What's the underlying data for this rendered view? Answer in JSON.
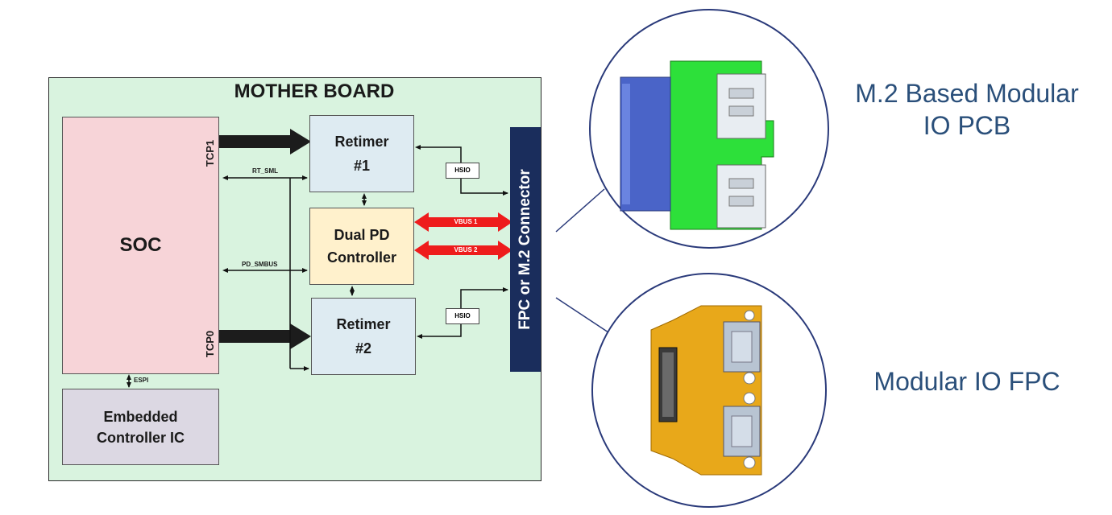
{
  "board": {
    "title": "MOTHER BOARD"
  },
  "blocks": {
    "soc": "SOC",
    "embedded_controller": [
      "Embedded",
      "Controller IC"
    ],
    "retimer1": [
      "Retimer",
      "#1"
    ],
    "retimer2": [
      "Retimer",
      "#2"
    ],
    "pd_controller": [
      "Dual PD",
      "Controller"
    ],
    "connector": "FPC  or  M.2  Connector"
  },
  "signals": {
    "tcp1": "TCP1",
    "tcp0": "TCP0",
    "rt_sml": "RT_SML",
    "pd_smbus": "PD_SMBUS",
    "espi": "ESPI",
    "hsio_top": "HSIO",
    "hsio_bottom": "HSIO",
    "vbus1": "VBUS 1",
    "vbus2": "VBUS 2"
  },
  "captions": {
    "m2_pcb": [
      "M.2 Based Modular",
      "IO PCB"
    ],
    "fpc": "Modular IO FPC"
  },
  "colors": {
    "board_bg": "#d9f3df",
    "soc": "#f7d4d8",
    "retimer": "#deebf2",
    "pd": "#fff1cc",
    "ec": "#dcd8e3",
    "connector": "#1a2d5c",
    "vbus_arrow": "#ee1c1c",
    "pcb_green": "#2de03a",
    "fpc_orange": "#e8a81a",
    "caption": "#2a4f7a"
  }
}
